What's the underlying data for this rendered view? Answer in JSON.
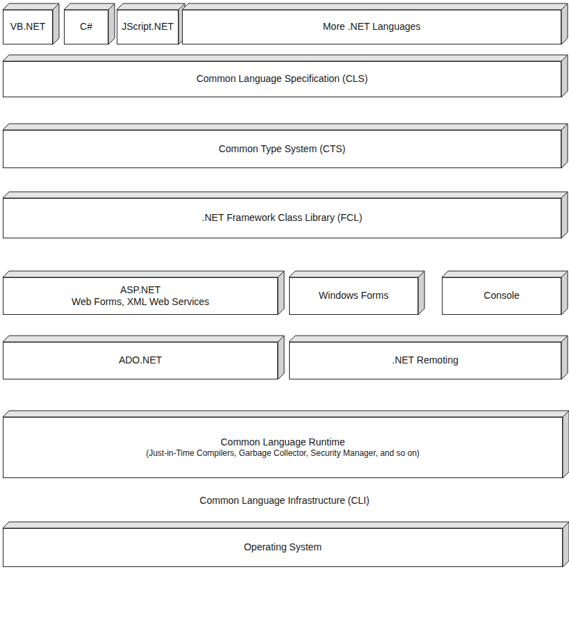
{
  "diagram": {
    "nodes": [
      {
        "text": [
          "VB.NET"
        ]
      },
      {
        "text": [
          "C#"
        ]
      },
      {
        "text": [
          "JScript.NET"
        ]
      },
      {
        "text": [
          "More .NET Languages"
        ]
      },
      {
        "text": [
          "Common Language Specification (CLS)"
        ]
      },
      {
        "text": [
          "Common Type System (CTS)"
        ]
      },
      {
        "text": [
          ".NET Framework Class Library (FCL)"
        ]
      },
      {
        "text": [
          "ASP.NET",
          "Web Forms, XML Web Services"
        ]
      },
      {
        "text": [
          "Windows Forms"
        ]
      },
      {
        "text": [
          "Console"
        ]
      },
      {
        "text": [
          "ADO.NET"
        ]
      },
      {
        "text": [
          ".NET Remoting"
        ]
      },
      {
        "text": [
          "Common Language Runtime",
          "(Just-in-Time Compilers, Garbage Collector, Security Manager, and so on)"
        ]
      },
      {
        "text": [
          "Operating System"
        ]
      }
    ],
    "labels": [
      "Common Language Infrastructure (CLI)"
    ]
  }
}
